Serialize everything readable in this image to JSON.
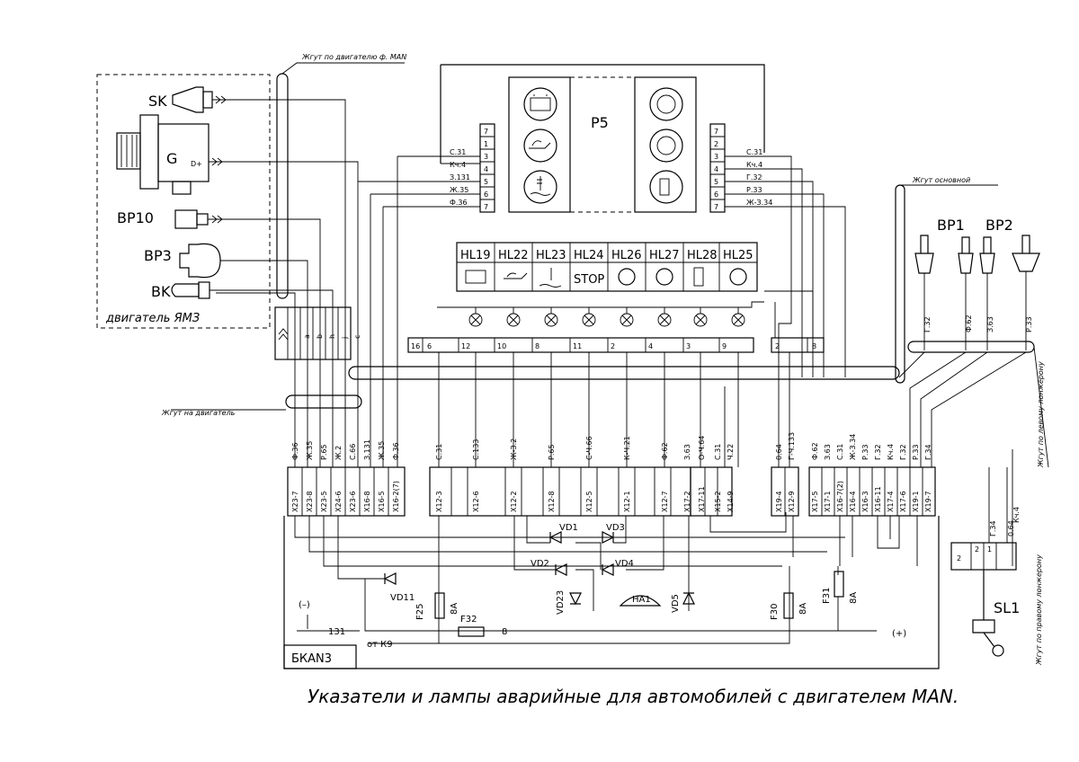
{
  "caption": "Указатели и лампы аварийные для автомобилей с двигателем MAN.",
  "engine": {
    "group_label": "двигатель ЯМЗ",
    "sensors": [
      "SK",
      "G",
      "BP10",
      "BP3",
      "BK"
    ],
    "g_terminal": "D+",
    "harness_engine_man": "Жгут по двигателю ф. MAN",
    "harness_engine": "Жгут на двигатель",
    "plug_pins": [
      "a",
      "b",
      "h",
      "j",
      "c"
    ]
  },
  "p5": {
    "label": "P5",
    "left_pins": [
      "7",
      "1",
      "3",
      "4",
      "5",
      "6",
      "7"
    ],
    "right_pins": [
      "7",
      "2",
      "3",
      "4",
      "5",
      "6",
      "7"
    ],
    "left_wires": [
      "С.31",
      "Кч.4",
      "З.131",
      "Ж.35",
      "Ф.36"
    ],
    "right_wires": [
      "С.31",
      "Кч.4",
      "Г.32",
      "Р.33",
      "Ж-З.34"
    ]
  },
  "harness_main": "Жгут основной",
  "harness_left_spar": "Жгут по левому лонжерону",
  "harness_right_spar": "Жгут по правому лонжерону",
  "lamps": {
    "labels": [
      "HL19",
      "HL22",
      "HL23",
      "HL24",
      "HL26",
      "HL27",
      "HL28",
      "HL25"
    ],
    "stop_text": "STOP",
    "connector_pins": [
      "16",
      "6",
      "12",
      "10",
      "8",
      "11",
      "2",
      "4",
      "3",
      "9"
    ],
    "extra_pins": [
      "2",
      "8"
    ]
  },
  "sensors_right": {
    "labels": [
      "BP1",
      "BP2"
    ],
    "wires": [
      "Г.32",
      "Ф.62",
      "З.63",
      "Р.33"
    ]
  },
  "sl1": {
    "label": "SL1",
    "pins": [
      "2",
      "2",
      "1"
    ],
    "wires": [
      "Г.34",
      "0.64",
      "Кч.4"
    ]
  },
  "bkan": {
    "label": "БКАN3",
    "wire_labels": [
      "Ф.36",
      "Ж.35",
      "Р.65",
      "Ж.2",
      "С.66",
      "З.131",
      "Ж.35",
      "Ф.36",
      "С.31",
      "С.133",
      "Ж-З.2",
      "Р.65",
      "С-Ч.66",
      "К-Ч.21",
      "Ф.62",
      "З.63",
      "О-Ч.64",
      "С.31",
      "Ч.22",
      "0.64",
      "Г-Ч.133",
      "Ф.62",
      "З.63",
      "С.31",
      "Ж-З.34",
      "Р.33",
      "Г.32",
      "Кч.4",
      "Г.32",
      "Р.33",
      "Г.34"
    ],
    "pin_labels": [
      "X23-7",
      "X23-8",
      "X23-5",
      "X24-6",
      "X23-6",
      "X16-8",
      "X16-5",
      "X16-2(7)",
      "X12-3",
      "X12-6",
      "X12-2",
      "X12-8",
      "X12-5",
      "X12-1",
      "X12-7",
      "X17-2",
      "X17-11",
      "X15-2",
      "X14-9",
      "X19-4",
      "X12-9",
      "X17-5",
      "X17-1",
      "X16-7(2)",
      "X16-4",
      "X16-3",
      "X16-11",
      "X17-4",
      "X17-6",
      "X19-1",
      "X19-7"
    ],
    "components": [
      "VD1",
      "VD3",
      "VD2",
      "VD4",
      "VD11",
      "VD23",
      "VD5",
      "HA1",
      "F25",
      "F30",
      "F31",
      "F32"
    ],
    "fuse_rating": "8А",
    "f32_out": "8",
    "wire_131": "131",
    "from_k9": "от К9",
    "minus": "(–)",
    "plus": "(+)"
  }
}
